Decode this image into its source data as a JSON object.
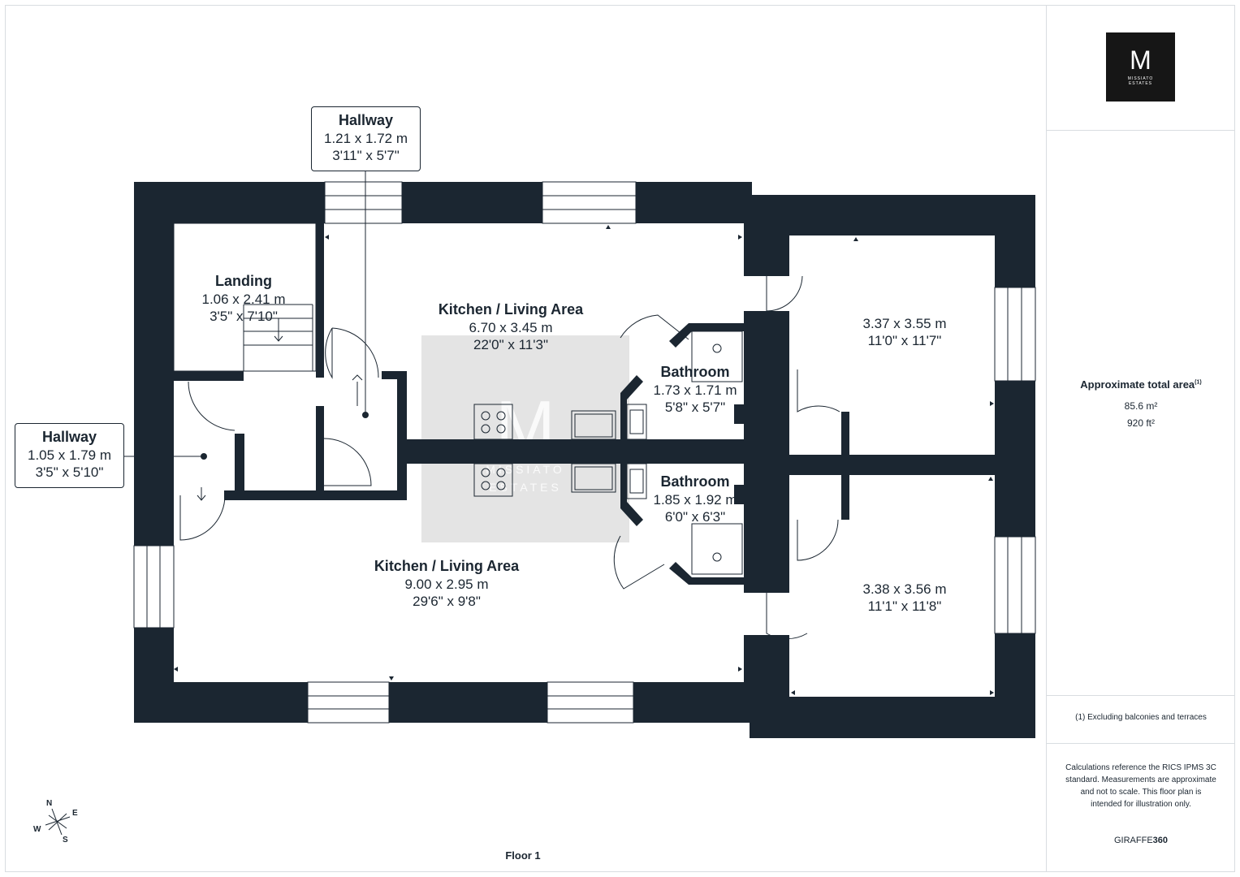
{
  "rooms": {
    "hallway_top": {
      "name": "Hallway",
      "metric": "1.21 x 1.72 m",
      "imperial": "3'11\" x 5'7\""
    },
    "hallway_left": {
      "name": "Hallway",
      "metric": "1.05 x 1.79 m",
      "imperial": "3'5\" x 5'10\""
    },
    "landing": {
      "name": "Landing",
      "metric": "1.06 x 2.41 m",
      "imperial": "3'5\" x 7'10\""
    },
    "kitchen_upper": {
      "name": "Kitchen / Living Area",
      "metric": "6.70 x 3.45 m",
      "imperial": "22'0\" x 11'3\""
    },
    "kitchen_lower": {
      "name": "Kitchen / Living Area",
      "metric": "9.00 x 2.95 m",
      "imperial": "29'6\" x 9'8\""
    },
    "bathroom_upper": {
      "name": "Bathroom",
      "metric": "1.73 x 1.71 m",
      "imperial": "5'8\" x 5'7\""
    },
    "bathroom_lower": {
      "name": "Bathroom",
      "metric": "1.85 x 1.92 m",
      "imperial": "6'0\" x 6'3\""
    },
    "bedroom_upper": {
      "metric": "3.37 x 3.55 m",
      "imperial": "11'0\" x 11'7\""
    },
    "bedroom_lower": {
      "metric": "3.38 x 3.56 m",
      "imperial": "11'1\" x 11'8\""
    }
  },
  "floor_label": "Floor 1",
  "watermark": {
    "letter": "M",
    "line1": "MISSIATO",
    "line2": "ESTATES"
  },
  "logo": {
    "letter": "M",
    "line1": "MISSIATO",
    "line2": "ESTATES"
  },
  "sidebar": {
    "area_title": "Approximate total area",
    "area_note_ref": "(1)",
    "area_m2": "85.6 m²",
    "area_ft2": "920 ft²",
    "footnote": "(1) Excluding balconies and terraces",
    "disclaimer": "Calculations reference the RICS IPMS 3C standard. Measurements are approximate and not to scale. This floor plan is intended for illustration only.",
    "brand_prefix": "GIRAFFE",
    "brand_suffix": "360"
  },
  "compass": {
    "n": "N",
    "e": "E",
    "s": "S",
    "w": "W"
  },
  "colors": {
    "wall": "#1b2631",
    "watermark": "#e4e4e4"
  }
}
